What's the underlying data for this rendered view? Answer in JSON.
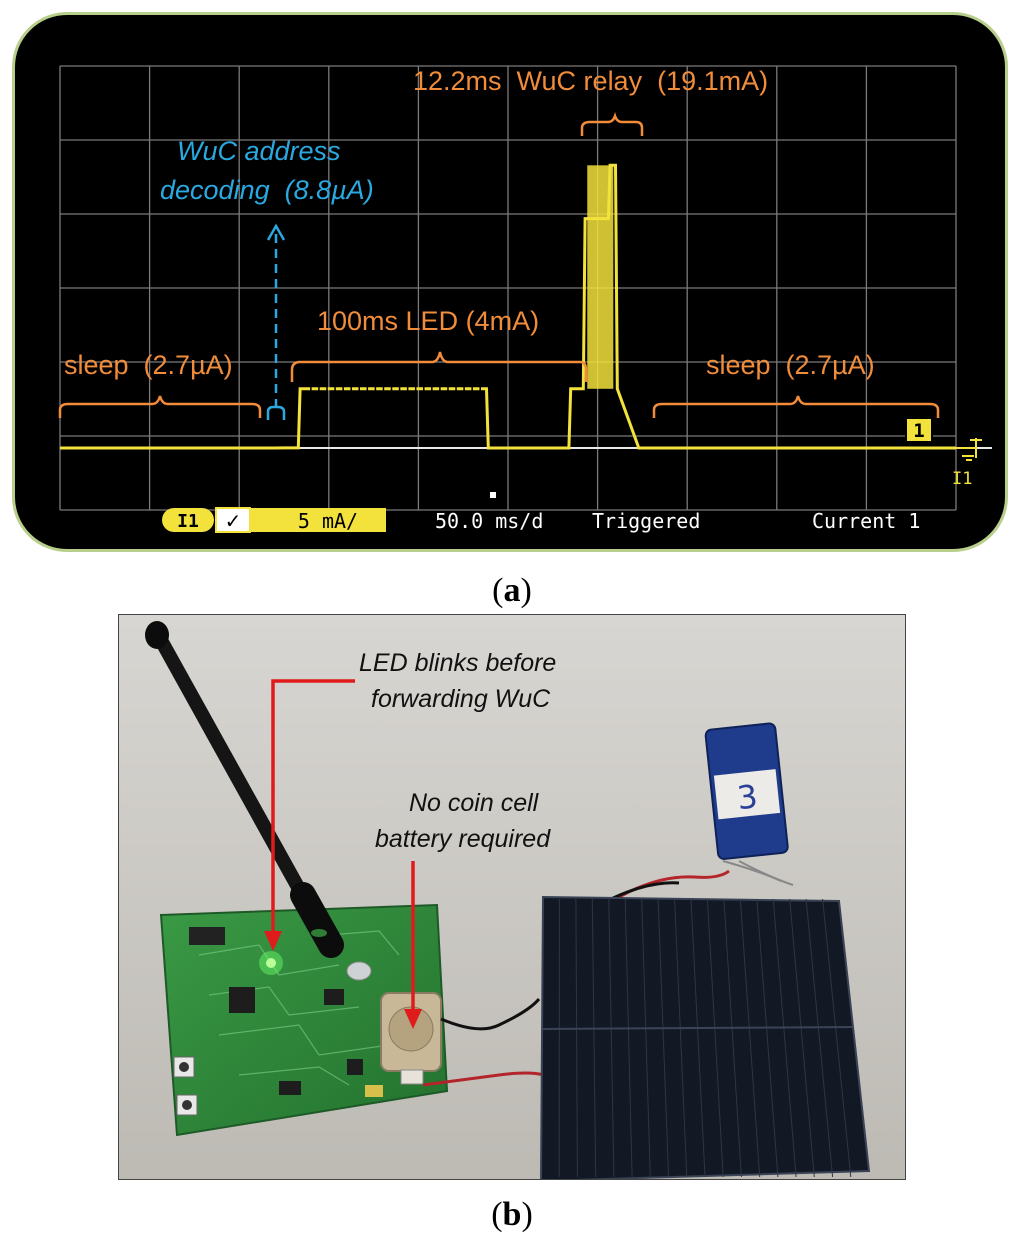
{
  "panel_a": {
    "caption_letter": "a",
    "annotations": {
      "relay": "12.2ms  WuC relay  (19.1mA)",
      "decode_line1": "WuC address",
      "decode_line2": "decoding  (8.8µA)",
      "led": "100ms LED (4mA)",
      "sleep_left": "sleep  (2.7µA)",
      "sleep_right": "sleep  (2.7µA)"
    },
    "status_bar": {
      "channel": "I1",
      "check": "✓",
      "scale": "5 mA/",
      "timebase": "50.0 ms/d",
      "trigger": "Triggered",
      "measure": "Current 1"
    },
    "marker": "1",
    "side_label": "I1",
    "colors": {
      "trace": "#f2e23b",
      "annotation": "#f08c3a",
      "decode": "#2aa8e0",
      "grid": "#7a7a7a"
    },
    "chart_data": {
      "type": "line",
      "x_unit": "ms",
      "y_unit": "mA",
      "x_per_div": 50,
      "y_per_div": 5,
      "x_range": [
        0,
        500
      ],
      "y_range": [
        -0.4,
        30
      ],
      "series": [
        {
          "x": [
            0,
            119,
            125,
            133,
            134,
            238,
            239,
            284,
            285,
            292,
            293,
            306,
            307,
            310,
            311,
            323,
            500
          ],
          "y": [
            0.0027,
            0.0027,
            0.0088,
            0.0088,
            4,
            4,
            0.0027,
            0.0027,
            4,
            4,
            15.5,
            15.5,
            19.1,
            19.1,
            4,
            0.0027,
            0.0027
          ]
        }
      ]
    }
  },
  "panel_b": {
    "caption_letter": "b",
    "callout_led_line1": "LED blinks before",
    "callout_led_line2": "forwarding WuC",
    "callout_battery_line1": "No coin cell",
    "callout_battery_line2": "battery required",
    "capacitor_label": "3",
    "colors": {
      "pcb": "#2f8a3a",
      "solar": "#121824",
      "callout": "#e01b1b",
      "table": "#c9c6c1"
    }
  }
}
